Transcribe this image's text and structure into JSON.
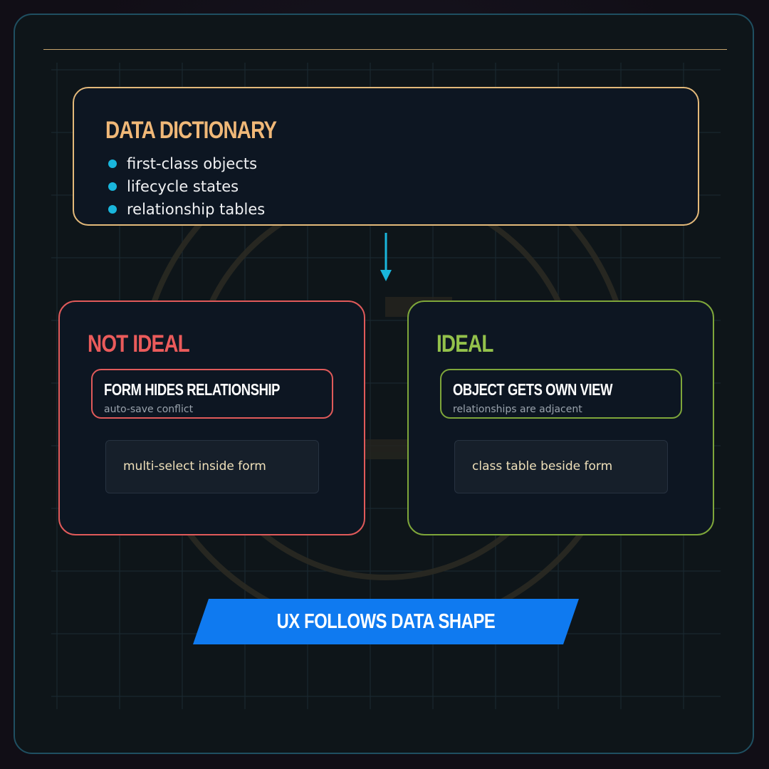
{
  "data_dictionary": {
    "title": "DATA DICTIONARY",
    "items": [
      "first-class objects",
      "lifecycle states",
      "relationship tables"
    ]
  },
  "not_ideal": {
    "title": "NOT IDEAL",
    "card_title": "FORM HIDES RELATIONSHIP",
    "card_note": "auto-save conflict",
    "chip": "multi-select inside form"
  },
  "ideal": {
    "title": "IDEAL",
    "card_title": "OBJECT GETS OWN VIEW",
    "card_note": "relationships are adjacent",
    "chip": "class table beside form"
  },
  "banner": "UX FOLLOWS DATA SHAPE",
  "colors": {
    "accent_gold": "#e3b97a",
    "accent_cyan": "#19b6dc",
    "bad_red": "#e05a5a",
    "good_green": "#7ea63a",
    "banner_blue": "#0f7af0"
  },
  "icons": {
    "bullet": "bullet-dot-icon",
    "connector": "arrow-down-icon"
  }
}
